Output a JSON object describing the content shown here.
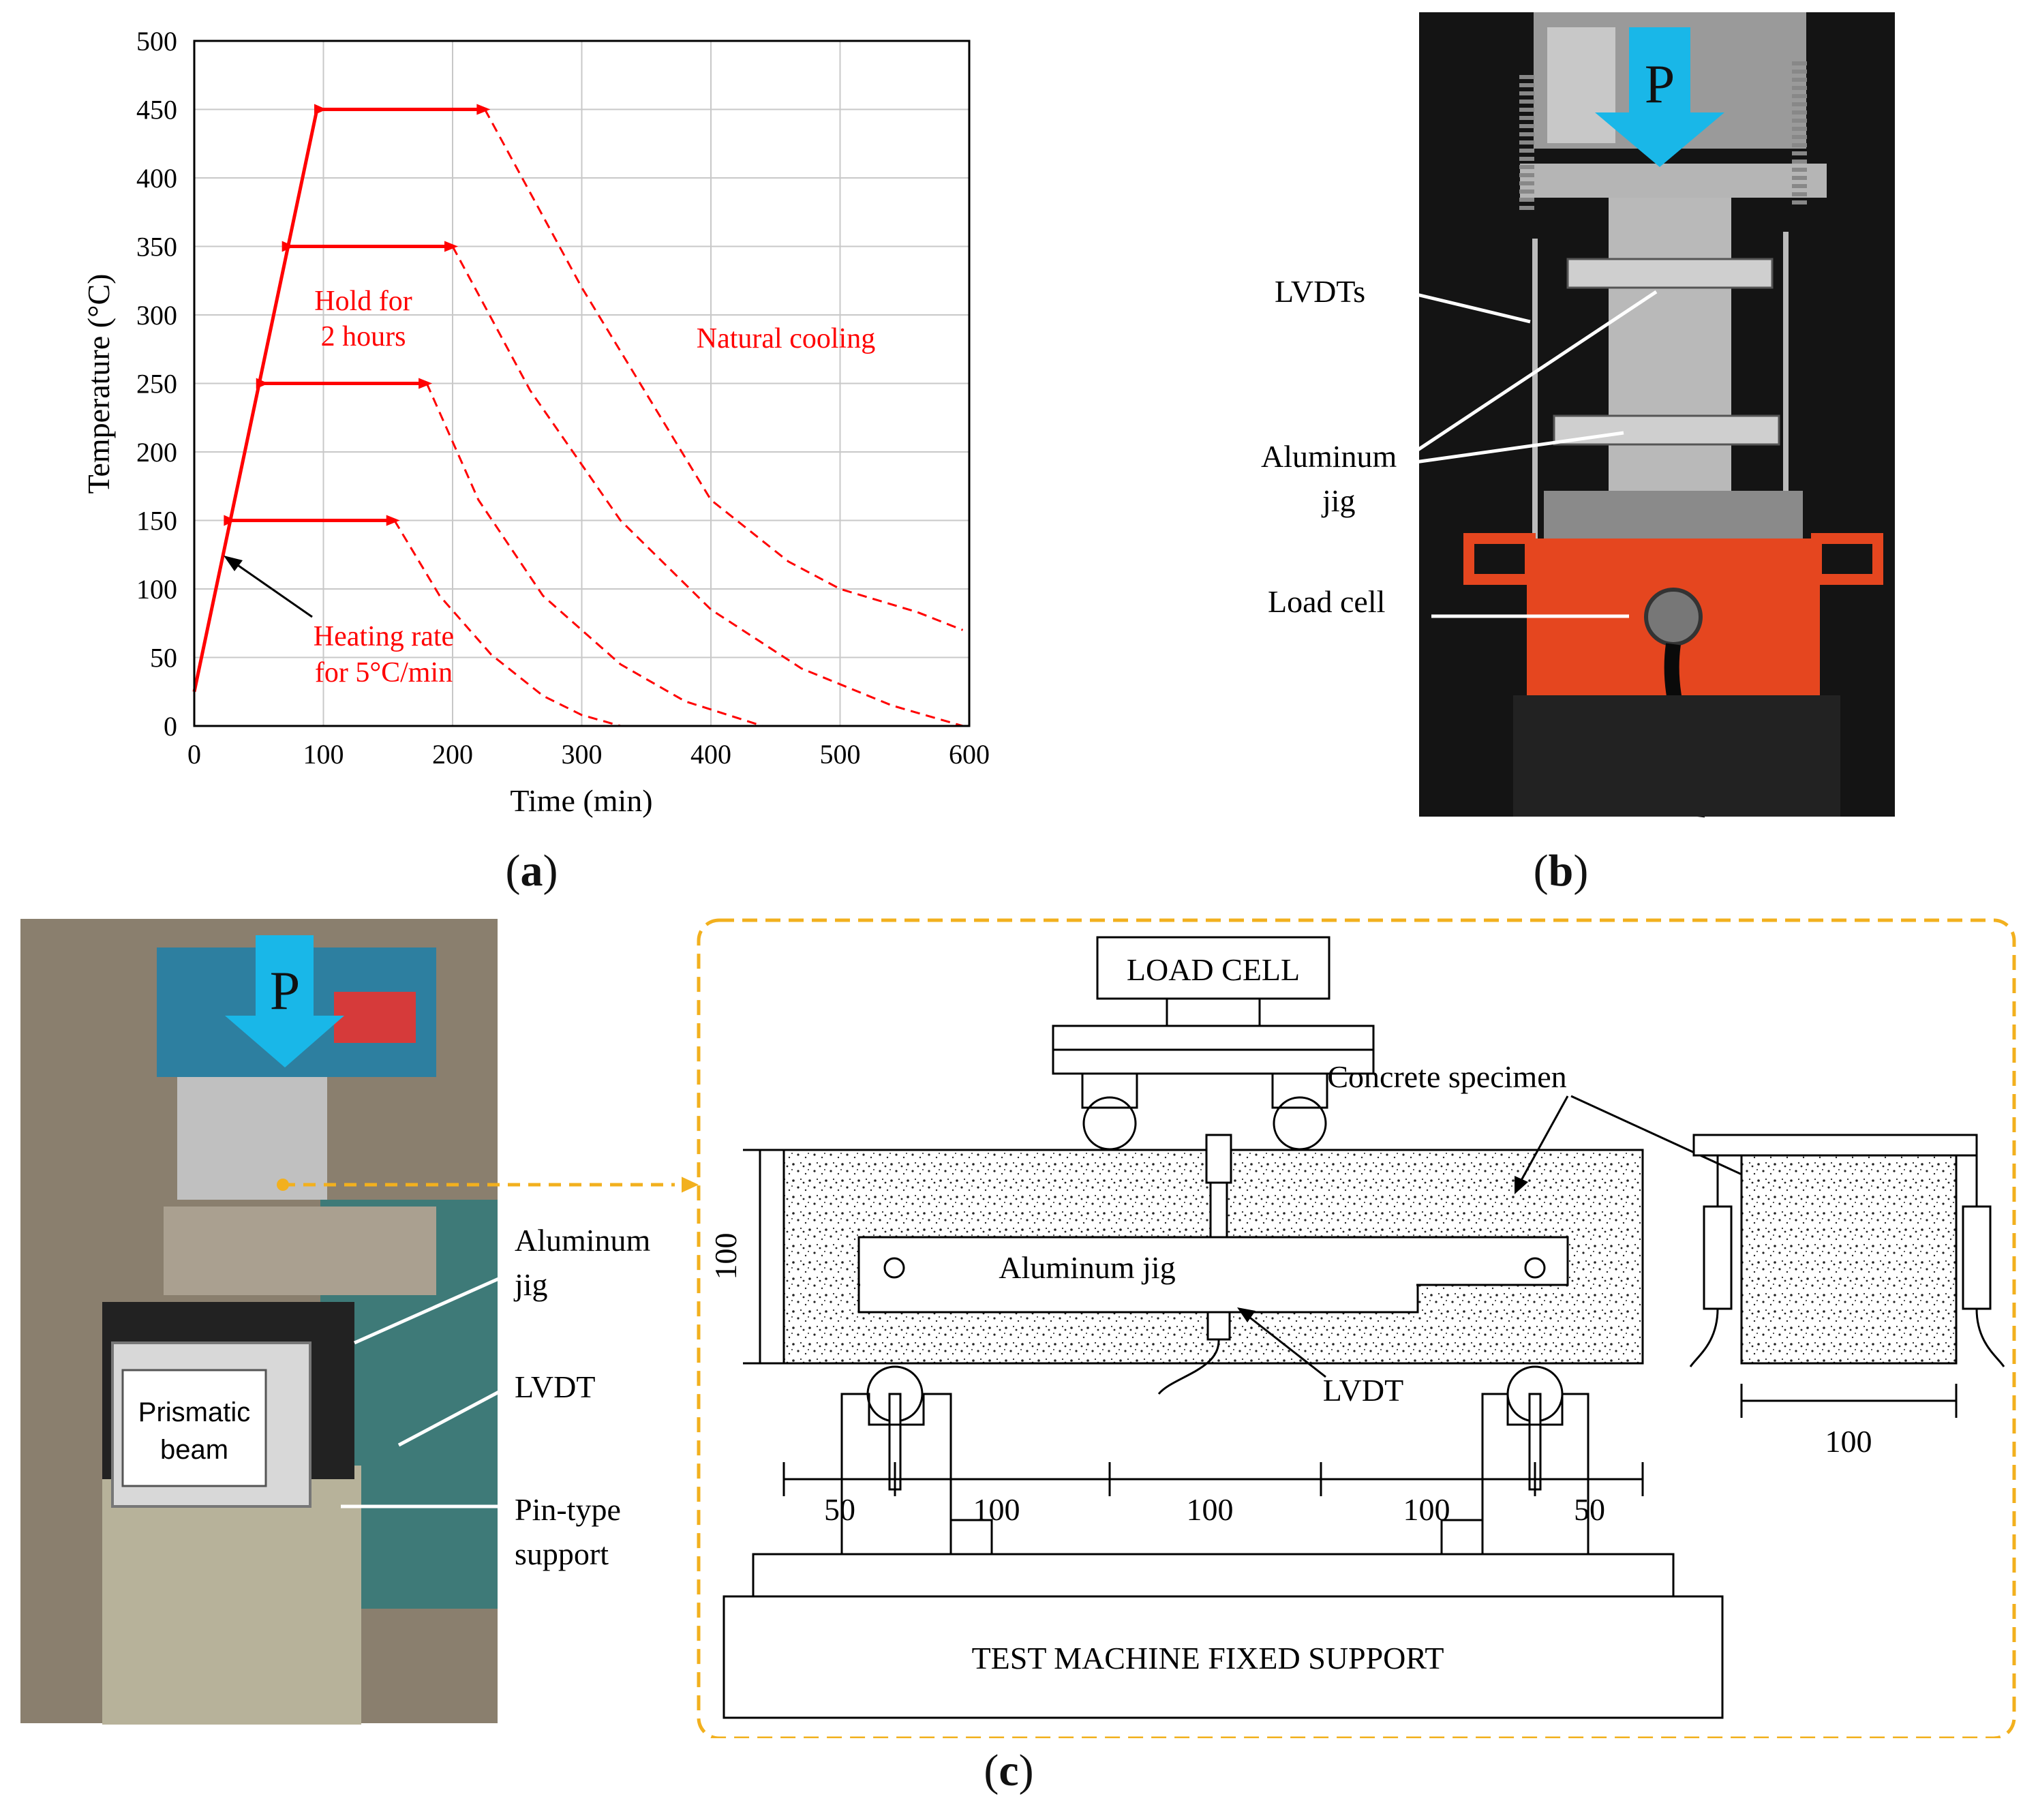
{
  "panel_labels": {
    "a": "a",
    "b": "b",
    "c": "c"
  },
  "chart_data": {
    "type": "line",
    "xlabel": "Time (min)",
    "ylabel": "Temperature (°C)",
    "xlim": [
      0,
      600
    ],
    "ylim": [
      0,
      500
    ],
    "xticks": [
      0,
      100,
      200,
      300,
      400,
      500,
      600
    ],
    "yticks": [
      0,
      50,
      100,
      150,
      200,
      250,
      300,
      350,
      400,
      450,
      500
    ],
    "grid": true,
    "series_color": "#ff0000",
    "heating": {
      "x": [
        0,
        95
      ],
      "y": [
        25,
        450
      ]
    },
    "series": [
      {
        "hold": {
          "x": [
            25,
            155
          ],
          "y": 150
        },
        "cooling": {
          "x": [
            155,
            190,
            230,
            270,
            300,
            330
          ],
          "y": [
            150,
            95,
            52,
            22,
            8,
            0
          ]
        }
      },
      {
        "hold": {
          "x": [
            50,
            180
          ],
          "y": 250
        },
        "cooling": {
          "x": [
            180,
            220,
            270,
            330,
            380,
            440
          ],
          "y": [
            250,
            165,
            95,
            45,
            18,
            0
          ]
        }
      },
      {
        "hold": {
          "x": [
            70,
            200
          ],
          "y": 350
        },
        "cooling": {
          "x": [
            200,
            260,
            330,
            400,
            470,
            540,
            595
          ],
          "y": [
            350,
            245,
            150,
            85,
            42,
            15,
            0
          ]
        }
      },
      {
        "hold": {
          "x": [
            95,
            225
          ],
          "y": 450
        },
        "cooling": {
          "x": [
            225,
            300,
            400,
            460,
            500,
            560,
            595
          ],
          "y": [
            450,
            320,
            165,
            120,
            100,
            83,
            70
          ]
        }
      }
    ],
    "annotations": {
      "hold_line1": "Hold for",
      "hold_line2": "2 hours",
      "cooling": "Natural cooling",
      "rate_line1": "Heating rate",
      "rate_line2": "for 5°C/min"
    }
  },
  "photo_b": {
    "load_symbol": "P",
    "callouts": {
      "lvdts": "LVDTs",
      "jig_line1": "Aluminum",
      "jig_line2": "jig",
      "load_cell": "Load cell"
    },
    "colors": {
      "arrow": "#19b7e8",
      "load_cell": "#e5461f"
    }
  },
  "photo_c": {
    "load_symbol": "P",
    "label_line1": "Prismatic",
    "label_line2": "beam",
    "callouts": {
      "jig_line1": "Aluminum",
      "jig_line2": "jig",
      "lvdt": "LVDT",
      "pin_line1": "Pin-type",
      "pin_line2": "support"
    }
  },
  "schematic": {
    "load_cell": "LOAD CELL",
    "specimen": "Concrete specimen",
    "jig": "Aluminum jig",
    "lvdt": "LVDT",
    "depth": "100",
    "width": "100",
    "spans": [
      "50",
      "100",
      "100",
      "100",
      "50"
    ],
    "base": "TEST MACHINE FIXED SUPPORT",
    "frame_color": "#f2b01e"
  }
}
